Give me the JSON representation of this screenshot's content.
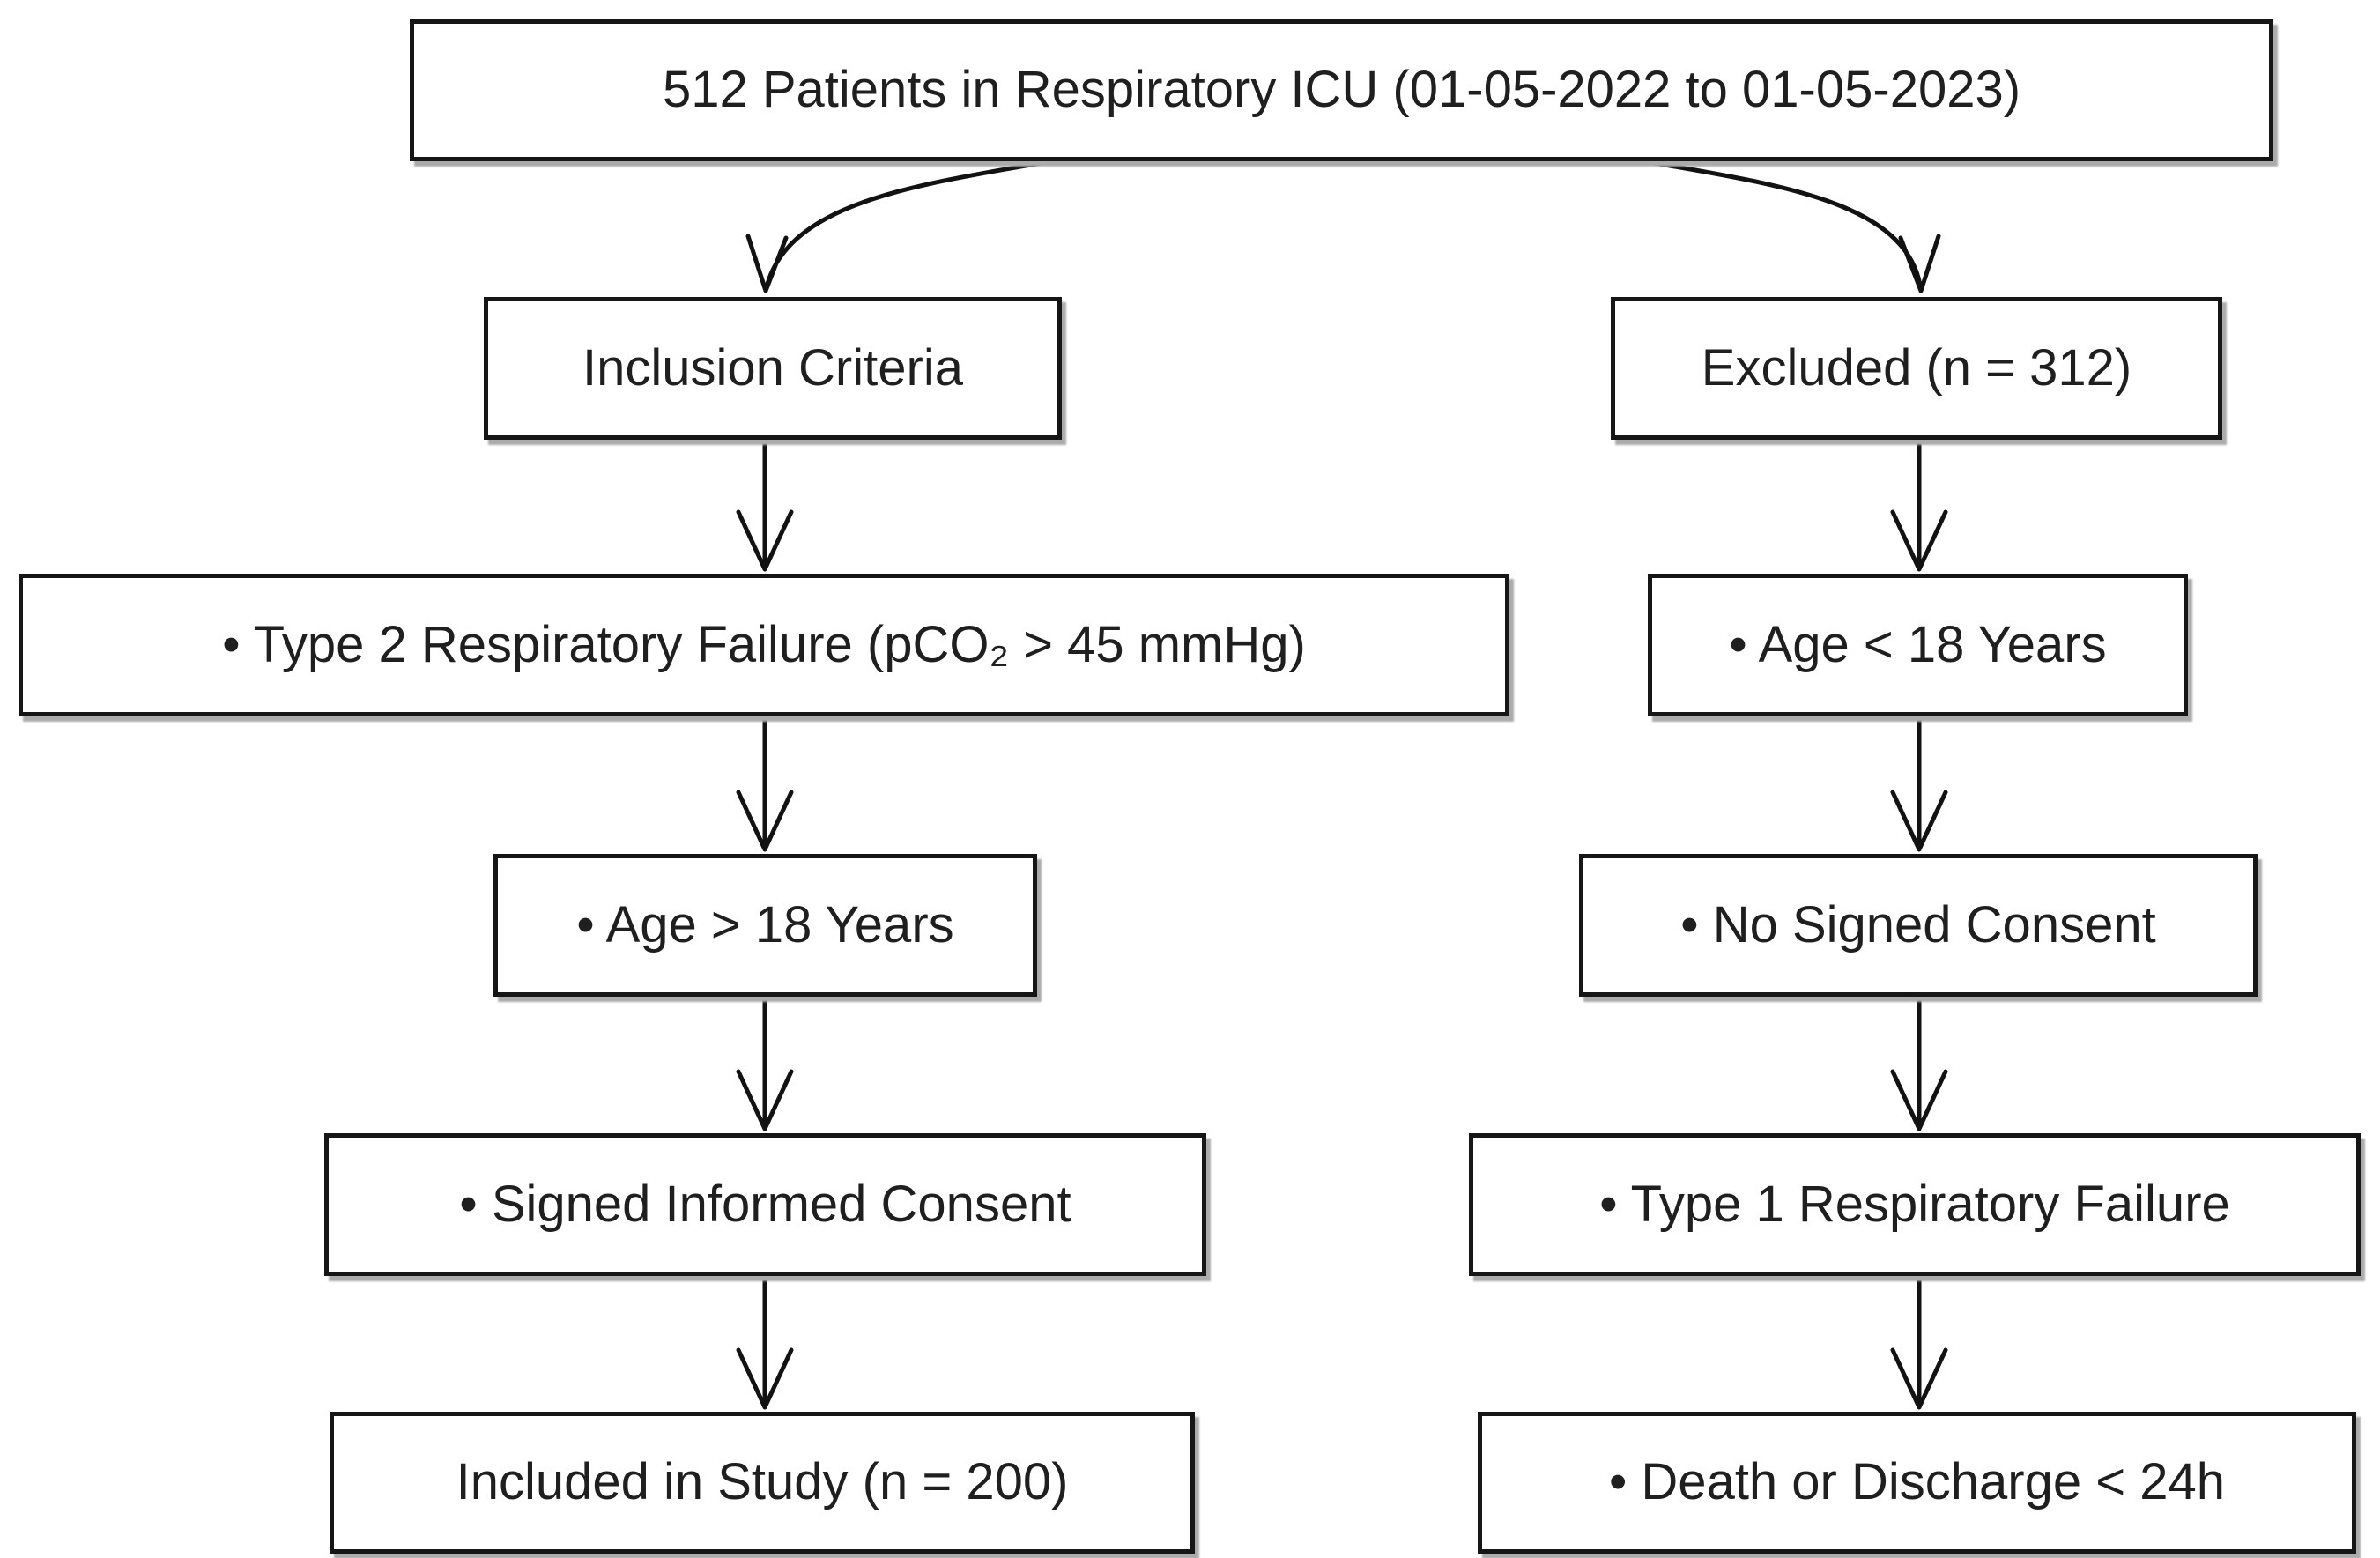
{
  "diagram": {
    "root": {
      "label": "512 Patients in Respiratory ICU (01-05-2022 to 01-05-2023)"
    },
    "left_branch": {
      "header": "Inclusion Criteria",
      "steps": [
        "• Type 2 Respiratory Failure (pCO₂ > 45 mmHg)",
        "• Age > 18 Years",
        "• Signed Informed Consent"
      ],
      "result": "Included in Study (n = 200)"
    },
    "right_branch": {
      "header": "Excluded (n = 312)",
      "steps": [
        "• Age < 18 Years",
        "• No Signed Consent",
        "• Type 1 Respiratory Failure",
        "• Death or Discharge < 24h"
      ]
    },
    "colors": {
      "background": "#ffffff",
      "box_fill": "#ffffff",
      "box_border": "#161616",
      "text": "#1f1f1f",
      "arrow": "#121212",
      "shadow": "#ababab"
    }
  }
}
